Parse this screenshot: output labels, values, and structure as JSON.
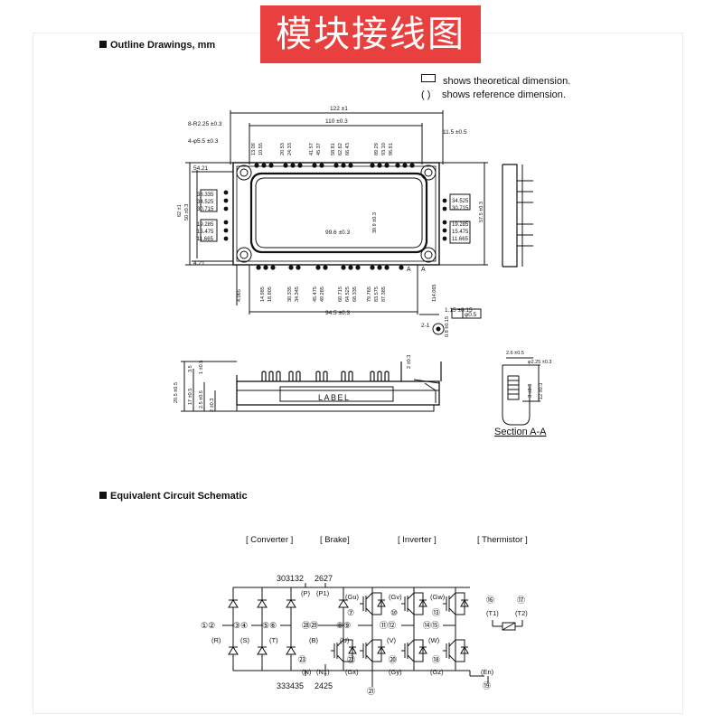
{
  "banner": {
    "text": "模块接线图"
  },
  "outline": {
    "heading": "Outline Drawings, mm",
    "legend": {
      "box_text": "shows theoretical dimension.",
      "paren_mark": "(    )",
      "paren_text": "shows reference dimension."
    },
    "dims": {
      "width_total": "122 ±1",
      "width_inner": "110 ±0.3",
      "holes_r": "8-R2.25 ±0.3",
      "holes_d": "4-φ5.5 ±0.3",
      "depth_right": "11.5 ±0.5",
      "height_total": "62 ±1",
      "height_inner": "50 ±0.3",
      "height_right": "57.5 ±0.3",
      "label_width": "99.6 ±0.3",
      "label_height": "39.9 ±0.3",
      "bottom_span": "94.5 ±0.3",
      "pin_pitch": "1.15 ±0.15",
      "pin_pos": "φ0.5",
      "pin_note": "2-1",
      "pin_w": "0.8 ±0.15",
      "left_54": "54.21",
      "left_4": "4.21",
      "left_vals": [
        "38.335",
        "34.525",
        "30.715",
        "19.285",
        "15.475",
        "11.665"
      ],
      "right_vals": [
        "34.525",
        "30.715",
        "19.285",
        "15.475",
        "11.665"
      ],
      "top_vals": [
        "13.09",
        "10.55",
        "20.53",
        "24.33",
        "41.57",
        "45.37",
        "58.81",
        "62.62",
        "66.43",
        "89.29",
        "93.10",
        "96.91"
      ],
      "bottom_vals": [
        "4.065",
        "14.985",
        "18.805",
        "30.335",
        "34.345",
        "45.475",
        "49.285",
        "60.715",
        "64.525",
        "68.335",
        "79.765",
        "83.575",
        "87.385",
        "114.065"
      ],
      "section_marks": [
        "A",
        "A"
      ]
    },
    "side": {
      "label": "LABEL",
      "h_total": "20.5 ±0.5",
      "h_17": "17 ±0.5",
      "h_25": "2.5 ±0.5",
      "h_2": "2 ±0.3",
      "h_3": "3.5",
      "h_1": "1 ±0.5",
      "h_top": "2 ±0.3"
    },
    "section": {
      "title": "Section A-A",
      "d1": "2.6 ±0.5",
      "d2": "φ2.25 ±0.3",
      "d3": "3 ±0.3",
      "d4": "12 ±0.3"
    }
  },
  "circuit": {
    "heading": "Equivalent Circuit Schematic",
    "groups": [
      "[ Converter ]",
      "[ Brake]",
      "[ Inverter ]",
      "[ Thermistor ]"
    ],
    "terminals": {
      "top_p": "303132",
      "top_p_lbl": "(P)",
      "top_p1": "2627",
      "top_p1_lbl": "(P1)",
      "r": "①②",
      "r_lbl": "(R)",
      "s": "③④",
      "s_lbl": "(S)",
      "t": "⑤⑥",
      "t_lbl": "(T)",
      "b": "㉘㉙",
      "b_lbl": "(B)",
      "u": "⑧⑨",
      "u_lbl": "(U)",
      "v": "⑪⑫",
      "v_lbl": "(V)",
      "w": "⑭⑮",
      "w_lbl": "(W)",
      "n": "333435",
      "n_lbl": "(N)",
      "n1": "2425",
      "n1_lbl": "(N1)",
      "n1_top": "㉓",
      "gu": "(Gu)",
      "gu_n": "⑦",
      "gv": "(Gv)",
      "gv_n": "⑩",
      "gw": "(Gw)",
      "gw_n": "⑬",
      "gx": "(Gx)",
      "gx_n": "㉒",
      "gy": "(Gy)",
      "gy_n": "⑳",
      "gz": "(Gz)",
      "gz_n": "⑱",
      "en": "(En)",
      "en_n": "⑲",
      "bottom_n": "㉑",
      "t1": "(T1)",
      "t1_n": "⑯",
      "t2": "(T2)",
      "t2_n": "⑰"
    }
  }
}
